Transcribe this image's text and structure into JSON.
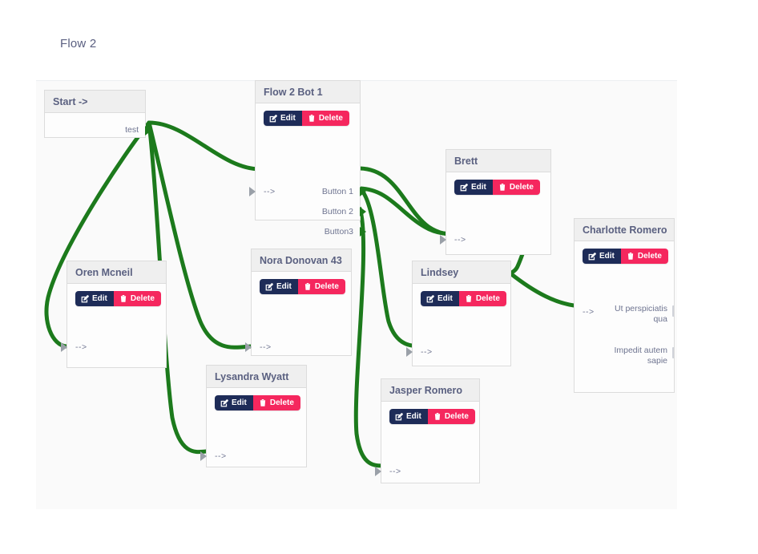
{
  "header": {
    "flow_title": "Flow 2"
  },
  "canvas": {
    "background_color": "#fafafa",
    "wire_color": "#1c7a1c",
    "node_header_color": "#efefef",
    "accent_edit_color": "#1e2c58",
    "accent_delete_color": "#f5275e"
  },
  "buttons": {
    "edit_label": "Edit",
    "delete_label": "Delete"
  },
  "nodes": [
    {
      "id": "start",
      "title": "Start ->",
      "has_buttons": false,
      "inputs": [],
      "outputs": [
        "test"
      ]
    },
    {
      "id": "flow2bot1",
      "title": "Flow 2 Bot 1",
      "has_buttons": true,
      "inputs": [
        "-->"
      ],
      "outputs": [
        "Button 1",
        "Button 2",
        "Button3"
      ]
    },
    {
      "id": "oren",
      "title": "Oren Mcneil",
      "has_buttons": true,
      "inputs": [
        "-->"
      ],
      "outputs": []
    },
    {
      "id": "nora",
      "title": "Nora Donovan 43",
      "has_buttons": true,
      "inputs": [
        "-->"
      ],
      "outputs": []
    },
    {
      "id": "lysandra",
      "title": "Lysandra Wyatt",
      "has_buttons": true,
      "inputs": [
        "-->"
      ],
      "outputs": []
    },
    {
      "id": "brett",
      "title": "Brett",
      "has_buttons": true,
      "inputs": [
        "-->"
      ],
      "outputs": []
    },
    {
      "id": "lindsey",
      "title": "Lindsey",
      "has_buttons": true,
      "inputs": [
        "-->"
      ],
      "outputs": []
    },
    {
      "id": "jasper",
      "title": "Jasper Romero",
      "has_buttons": true,
      "inputs": [
        "-->"
      ],
      "outputs": []
    },
    {
      "id": "charlotte",
      "title": "Charlotte Romero",
      "has_buttons": true,
      "inputs": [
        "-->"
      ],
      "outputs": [
        "Ut perspiciatis qua",
        "Impedit autem sapie"
      ]
    }
  ],
  "node_text": {
    "start_title": "Start ->",
    "start_out_test": "test",
    "bot_title": "Flow 2 Bot 1",
    "bot_in": "-->",
    "bot_out_1": "Button 1",
    "bot_out_2": "Button 2",
    "bot_out_3": "Button3",
    "oren_title": "Oren Mcneil",
    "oren_in": "-->",
    "nora_title": "Nora Donovan 43",
    "nora_in": "-->",
    "lysandra_title": "Lysandra Wyatt",
    "lysandra_in": "-->",
    "brett_title": "Brett",
    "brett_in": "-->",
    "lindsey_title": "Lindsey",
    "lindsey_in": "-->",
    "jasper_title": "Jasper Romero",
    "jasper_in": "-->",
    "charlotte_title": "Charlotte Romero",
    "charlotte_in": "-->",
    "charlotte_out_1": "Ut perspiciatis qua",
    "charlotte_out_2": "Impedit autem sapie"
  },
  "connections": [
    {
      "from": "start.test",
      "to": "flow2bot1.in"
    },
    {
      "from": "start.test",
      "to": "oren.in"
    },
    {
      "from": "start.test",
      "to": "nora.in"
    },
    {
      "from": "start.test",
      "to": "lysandra.in"
    },
    {
      "from": "flow2bot1.Button 1",
      "to": "brett.in"
    },
    {
      "from": "flow2bot1.Button 2",
      "to": "brett.in"
    },
    {
      "from": "flow2bot1.Button 2",
      "to": "lindsey.in"
    },
    {
      "from": "flow2bot1.Button3",
      "to": "jasper.in"
    },
    {
      "from": "brett.out",
      "to": "charlotte.in"
    }
  ]
}
